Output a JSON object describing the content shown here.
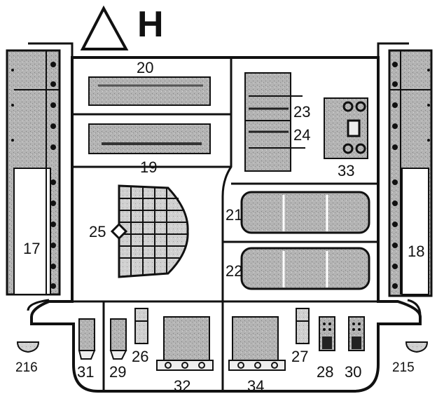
{
  "header": {
    "symbol": "△",
    "letter": "H"
  },
  "labels": {
    "n15": "215",
    "n16": "216",
    "n17": "17",
    "n18": "18",
    "n19": "19",
    "n20": "20",
    "n21": "21",
    "n22": "22",
    "n23": "23",
    "n24": "24",
    "n25": "25",
    "n26": "26",
    "n27": "27",
    "n28": "28",
    "n29": "29",
    "n30": "30",
    "n31": "31",
    "n32": "32",
    "n33": "33",
    "n34": "34"
  },
  "colors": {
    "stroke": "#111111",
    "fill_gray": "#a9a9a9",
    "fill_light": "#d4d4d4"
  }
}
